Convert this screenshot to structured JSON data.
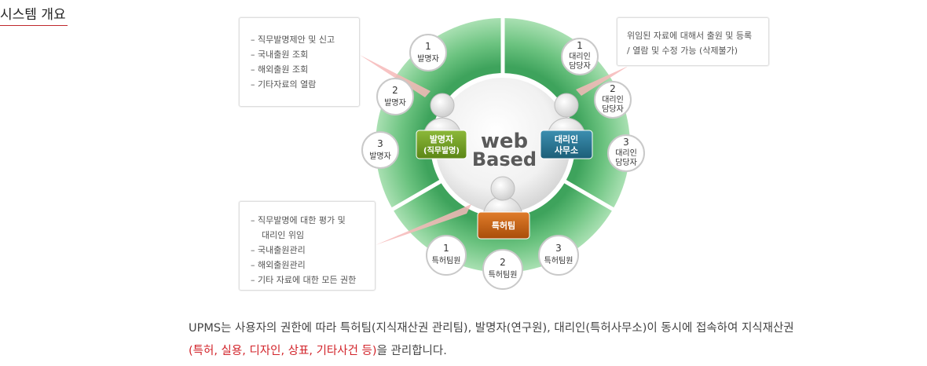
{
  "page": {
    "title": "시스템 개요"
  },
  "diagram": {
    "center": {
      "line1": "web",
      "line2": "Based"
    },
    "roles": {
      "inventor": {
        "line1": "발명자",
        "line2": "(직무발명)"
      },
      "agent": {
        "line1": "대리인",
        "line2": "사무소"
      },
      "patent_team": {
        "label": "특허팀"
      }
    },
    "inventor_nodes": [
      {
        "num": "1",
        "label": "발명자"
      },
      {
        "num": "2",
        "label": "발명자"
      },
      {
        "num": "3",
        "label": "발명자"
      }
    ],
    "agent_nodes": [
      {
        "num": "1",
        "line1": "대리인",
        "line2": "담당자"
      },
      {
        "num": "2",
        "line1": "대리인",
        "line2": "담당자"
      },
      {
        "num": "3",
        "line1": "대리인",
        "line2": "담당자"
      }
    ],
    "team_nodes": [
      {
        "num": "1",
        "label": "특허팀원"
      },
      {
        "num": "2",
        "label": "특허팀원"
      },
      {
        "num": "3",
        "label": "특허팀원"
      }
    ],
    "notes": {
      "inventor": [
        "– 직무발명제안 및 신고",
        "– 국내출원 조회",
        "– 해외출원 조회",
        "– 기타자료의 열람"
      ],
      "agent": [
        "위임된 자료에 대해서 출원 및 등록",
        "/ 열람 및 수정 가능 (삭제불가)"
      ],
      "team": [
        "– 직무발명에 대한 평가 및",
        "대리인 위임",
        "– 국내출원관리",
        "– 해외출원관리",
        "– 기타 자료에 대한 모든 권한"
      ]
    }
  },
  "description": {
    "line1": "UPMS는 사용자의 권한에 따라 특허팀(지식재산권 관리팀), 발명자(연구원), 대리인(특허사무소)이 동시에 접속하여 지식재산권",
    "line2_red": "(특허, 실용, 디자인, 상표, 기타사건 등)",
    "line2_rest": "을 관리합니다."
  },
  "colors": {
    "ring_light": "#8fd49c",
    "ring_dark": "#4fb46b",
    "inventor_badge": "#6f9a22",
    "agent_badge": "#256f8d",
    "team_badge": "#c15e12",
    "accent_red": "#c0282d"
  }
}
